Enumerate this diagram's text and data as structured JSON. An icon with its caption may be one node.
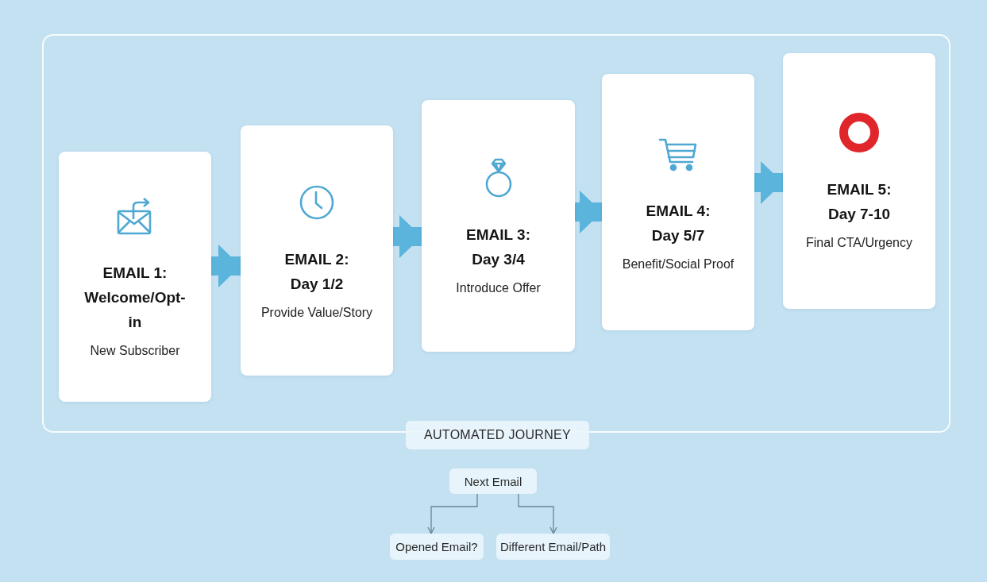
{
  "diagram": {
    "nodes": [
      {
        "text": [
          "AUTOMATED JOURNEY"
        ]
      },
      {
        "text": [
          "EMAIL 1: Welcome/Opt-in",
          "New Subscriber"
        ],
        "in": 0
      },
      {
        "text": [
          "EMAIL 2: Day 1/2",
          "Provide Value/Story"
        ],
        "in": 0
      },
      {
        "text": [
          "EMAIL 3: Day 3/4",
          "Introduce Offer"
        ],
        "in": 0
      },
      {
        "text": [
          "EMAIL 4: Day 5/7",
          "Benefit/Social Proof"
        ],
        "in": 0
      },
      {
        "text": [
          "EMAIL 5: Day 7-10",
          "Final CTA/Urgency"
        ],
        "in": 0
      },
      {
        "text": [
          "Next Email"
        ]
      },
      {
        "text": [
          "Opened Email?"
        ]
      },
      {
        "text": [
          "Different Email/Path"
        ]
      }
    ],
    "edges": [
      {
        "from": 1,
        "to": 2,
        "arrow": "to"
      },
      {
        "from": 2,
        "to": 3,
        "arrow": "to"
      },
      {
        "from": 3,
        "to": 4,
        "arrow": "to"
      },
      {
        "from": 4,
        "to": 5,
        "arrow": "to"
      },
      {
        "from": 6,
        "to": 7,
        "arrow": "to",
        "color": "#6b8494"
      },
      {
        "from": 6,
        "to": 8,
        "arrow": "to",
        "color": "#6b8494"
      }
    ]
  }
}
